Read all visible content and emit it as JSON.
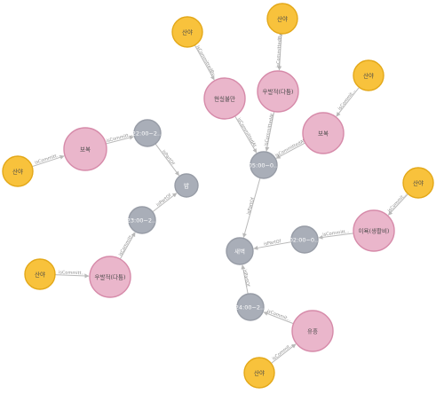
{
  "colors": {
    "yellow": "#f8c23c",
    "pink": "#eab6cb",
    "gray": "#a9aeb8",
    "edge": "#b9b9b9"
  },
  "nodes": [
    {
      "id": "y1",
      "label": "산야",
      "kind": "yellow"
    },
    {
      "id": "y2",
      "label": "산야",
      "kind": "yellow"
    },
    {
      "id": "y3",
      "label": "산야",
      "kind": "yellow"
    },
    {
      "id": "y4",
      "label": "산야",
      "kind": "yellow"
    },
    {
      "id": "y5",
      "label": "산야",
      "kind": "yellow"
    },
    {
      "id": "y6",
      "label": "산야",
      "kind": "yellow"
    },
    {
      "id": "y7",
      "label": "산야",
      "kind": "yellow"
    },
    {
      "id": "y8",
      "label": "산야",
      "kind": "yellow"
    },
    {
      "id": "p1",
      "label": "현실불만",
      "kind": "pink"
    },
    {
      "id": "p2",
      "label": "우발적(다툼)",
      "kind": "pink"
    },
    {
      "id": "p3",
      "label": "보복",
      "kind": "pink"
    },
    {
      "id": "p4",
      "label": "보복",
      "kind": "pink"
    },
    {
      "id": "p5",
      "label": "우발적(다툼)",
      "kind": "pink"
    },
    {
      "id": "p6",
      "label": "이욕(생활비)",
      "kind": "pink"
    },
    {
      "id": "p7",
      "label": "유흥",
      "kind": "pink"
    },
    {
      "id": "g1",
      "label": "22:00~2...",
      "kind": "gray"
    },
    {
      "id": "g2",
      "label": "23:00~2...",
      "kind": "gray"
    },
    {
      "id": "g3",
      "label": "밤",
      "kind": "gray"
    },
    {
      "id": "g4",
      "label": "05:00~0...",
      "kind": "gray"
    },
    {
      "id": "g5",
      "label": "02:00~0...",
      "kind": "gray"
    },
    {
      "id": "g6",
      "label": "새벽",
      "kind": "gray"
    },
    {
      "id": "g7",
      "label": "24:00~2...",
      "kind": "gray"
    }
  ],
  "edges": [
    {
      "from": "y1",
      "to": "p1",
      "label": "isCommittedBy"
    },
    {
      "from": "y2",
      "to": "p2",
      "label": "isCommittedBy"
    },
    {
      "from": "y3",
      "to": "p3",
      "label": "isCommit..."
    },
    {
      "from": "y4",
      "to": "p4",
      "label": "isCommitt..."
    },
    {
      "from": "y5",
      "to": "p5",
      "label": "isCommitt..."
    },
    {
      "from": "y6",
      "to": "p6",
      "label": "isCommit..."
    },
    {
      "from": "y8",
      "to": "p7",
      "label": "isCommit..."
    },
    {
      "from": "p1",
      "to": "g4",
      "label": "isCommittedAt"
    },
    {
      "from": "p2",
      "to": "g4",
      "label": "isCommittedAt"
    },
    {
      "from": "p3",
      "to": "g4",
      "label": "isCommittedAt"
    },
    {
      "from": "p4",
      "to": "g1",
      "label": "isCommitt..."
    },
    {
      "from": "p5",
      "to": "g2",
      "label": "isCommitt..."
    },
    {
      "from": "p6",
      "to": "g5",
      "label": "isCommitt..."
    },
    {
      "from": "p7",
      "to": "g7",
      "label": "isCommit..."
    },
    {
      "from": "g1",
      "to": "g3",
      "label": "isPartOf"
    },
    {
      "from": "g2",
      "to": "g3",
      "label": "isPartOf"
    },
    {
      "from": "g4",
      "to": "g6",
      "label": "isPartOf"
    },
    {
      "from": "g5",
      "to": "g6",
      "label": "isPartOf"
    },
    {
      "from": "g7",
      "to": "g6",
      "label": "isPartOf"
    }
  ]
}
